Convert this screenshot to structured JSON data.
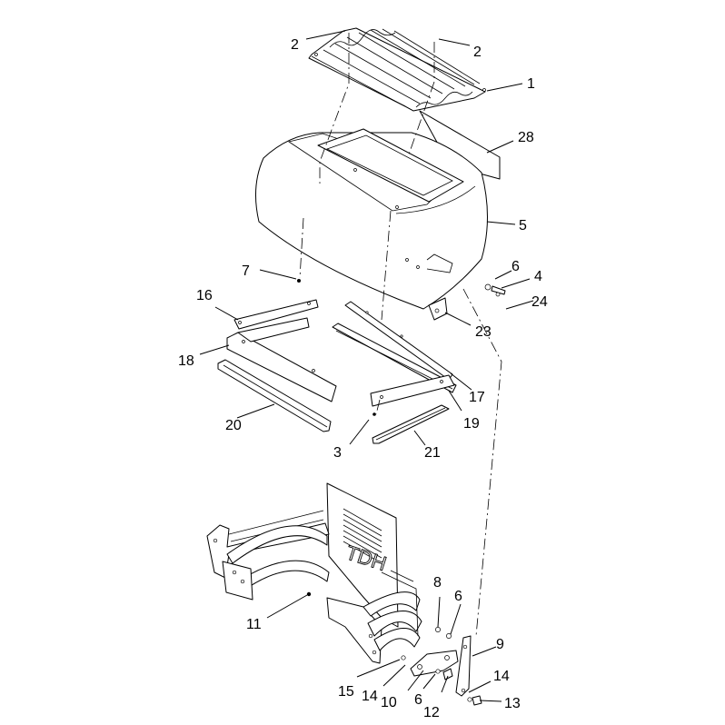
{
  "figure": {
    "callouts": {
      "c1": "1",
      "c2a": "2",
      "c2b": "2",
      "c3": "3",
      "c4": "4",
      "c5": "5",
      "c6a": "6",
      "c6b": "6",
      "c6c": "6",
      "c7": "7",
      "c8": "8",
      "c9": "9",
      "c10": "10",
      "c11": "11",
      "c12": "12",
      "c13": "13",
      "c14a": "14",
      "c14b": "14",
      "c15": "15",
      "c16": "16",
      "c17": "17",
      "c18": "18",
      "c19": "19",
      "c20": "20",
      "c21": "21",
      "c23": "23",
      "c24": "24",
      "c28": "28"
    },
    "embossed_letters": "TDH"
  }
}
